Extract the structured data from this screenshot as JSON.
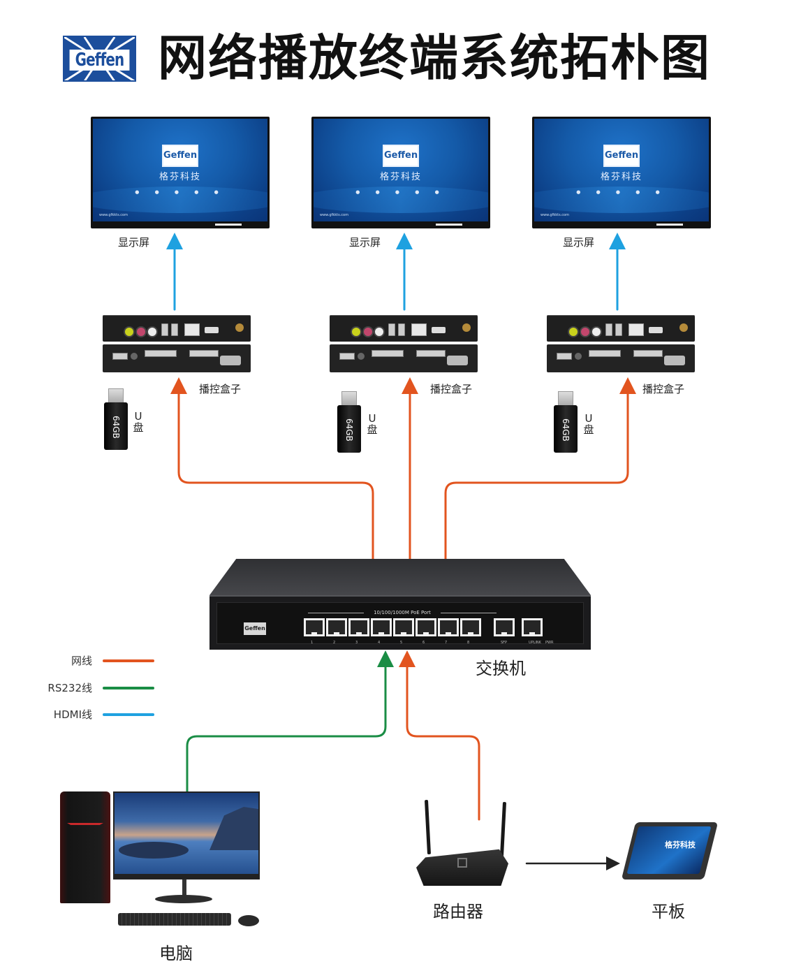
{
  "header": {
    "logo_text": "Geffen",
    "title": "网络播放终端系统拓朴图"
  },
  "displays": [
    {
      "label": "显示屏",
      "logo_text": "Geffen",
      "brand_cn": "格芬科技",
      "dots": "● ● ● ● ●",
      "url": "www.gfkkts.com"
    },
    {
      "label": "显示屏",
      "logo_text": "Geffen",
      "brand_cn": "格芬科技",
      "dots": "● ● ● ● ●",
      "url": "www.gfkkts.com"
    },
    {
      "label": "显示屏",
      "logo_text": "Geffen",
      "brand_cn": "格芬科技",
      "dots": "● ● ● ● ●",
      "url": "www.gfkkts.com"
    }
  ],
  "players": [
    {
      "label": "播控盒子"
    },
    {
      "label": "播控盒子"
    },
    {
      "label": "播控盒子"
    }
  ],
  "usb_drives": [
    {
      "label": "U盘",
      "capacity": "64GB"
    },
    {
      "label": "U盘",
      "capacity": "64GB"
    },
    {
      "label": "U盘",
      "capacity": "64GB"
    }
  ],
  "switch": {
    "label": "交换机",
    "logo_text": "Geffen",
    "port_caption": "10/100/1000M PoE Port",
    "port_numbers": [
      "1",
      "2",
      "3",
      "4",
      "5",
      "6",
      "7",
      "8",
      "SFP",
      "UPLINK",
      "PWR"
    ]
  },
  "legend": [
    {
      "label": "网线",
      "color": "#e2541f"
    },
    {
      "label": "RS232线",
      "color": "#1a8d45"
    },
    {
      "label": "HDMI线",
      "color": "#1ea1e0"
    }
  ],
  "devices": {
    "computer": {
      "label": "电脑"
    },
    "router": {
      "label": "路由器"
    },
    "tablet": {
      "label": "平板",
      "screen_text": "格芬科技"
    }
  },
  "colors": {
    "network": "#e2541f",
    "rs232": "#1a8d45",
    "hdmi": "#1ea1e0",
    "wireless": "#222222",
    "brand_blue": "#1c4e9c"
  }
}
